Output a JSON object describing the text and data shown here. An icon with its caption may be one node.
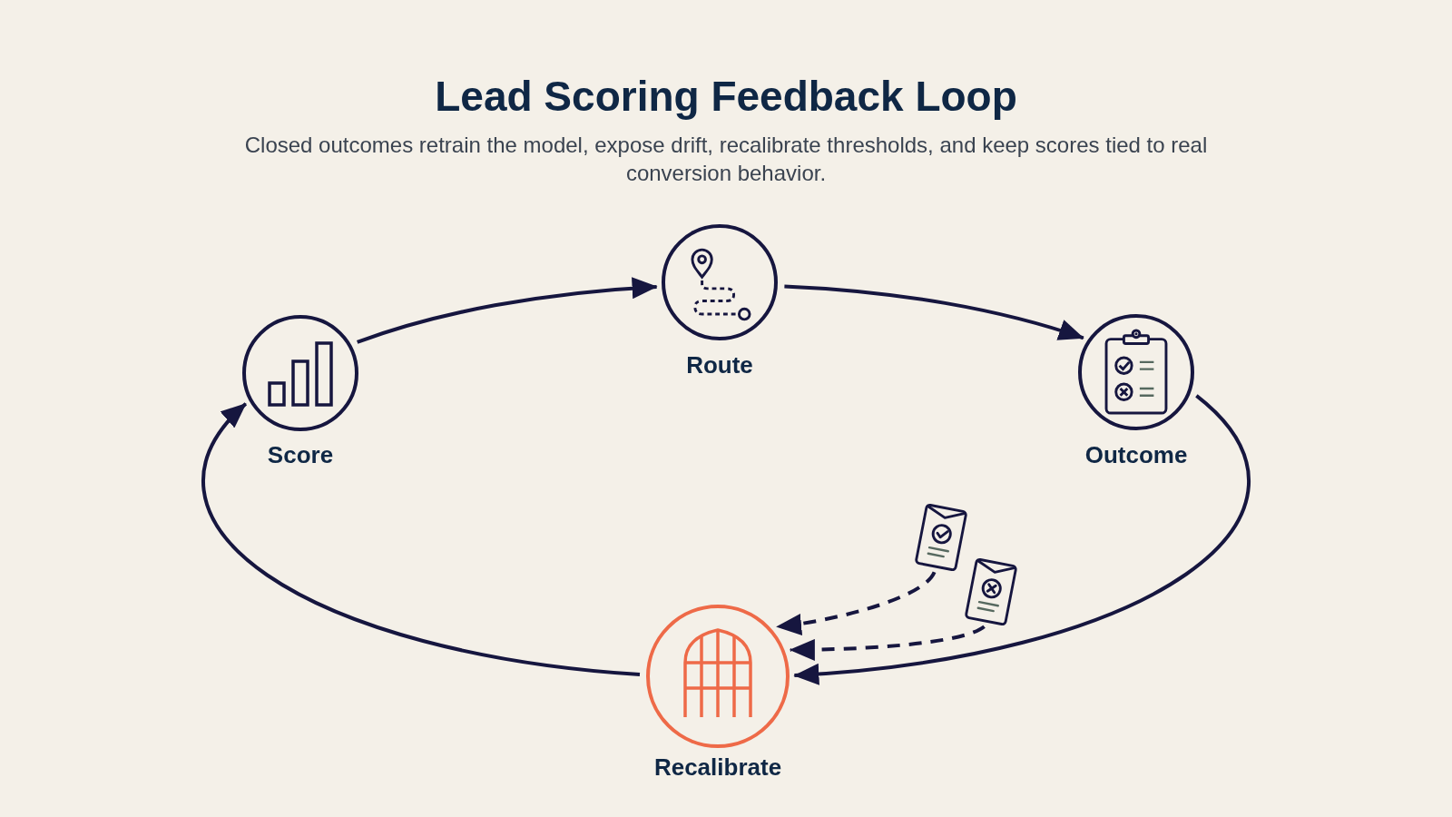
{
  "diagram": {
    "title": "Lead Scoring Feedback Loop",
    "nodes": [
      {
        "text": [
          "Score"
        ]
      },
      {
        "text": [
          "Route"
        ]
      },
      {
        "text": [
          "Outcome"
        ]
      },
      {
        "text": [
          "Recalibrate"
        ]
      },
      {
        "text": [],
        "shape": "document"
      },
      {
        "text": [],
        "shape": "document"
      }
    ],
    "edges": [
      {
        "from": 0,
        "to": 1,
        "arrow": "to"
      },
      {
        "from": 1,
        "to": 2,
        "arrow": "to"
      },
      {
        "from": 2,
        "to": 3,
        "arrow": "to"
      },
      {
        "from": 3,
        "to": 0,
        "arrow": "to"
      },
      {
        "from": 4,
        "to": 3,
        "arrow": "to",
        "style": "dashed"
      },
      {
        "from": 5,
        "to": 3,
        "arrow": "to",
        "style": "dashed"
      }
    ],
    "labels": [
      "Closed outcomes retrain the model, expose drift, recalibrate thresholds, and keep scores tied to real conversion behavior."
    ]
  }
}
